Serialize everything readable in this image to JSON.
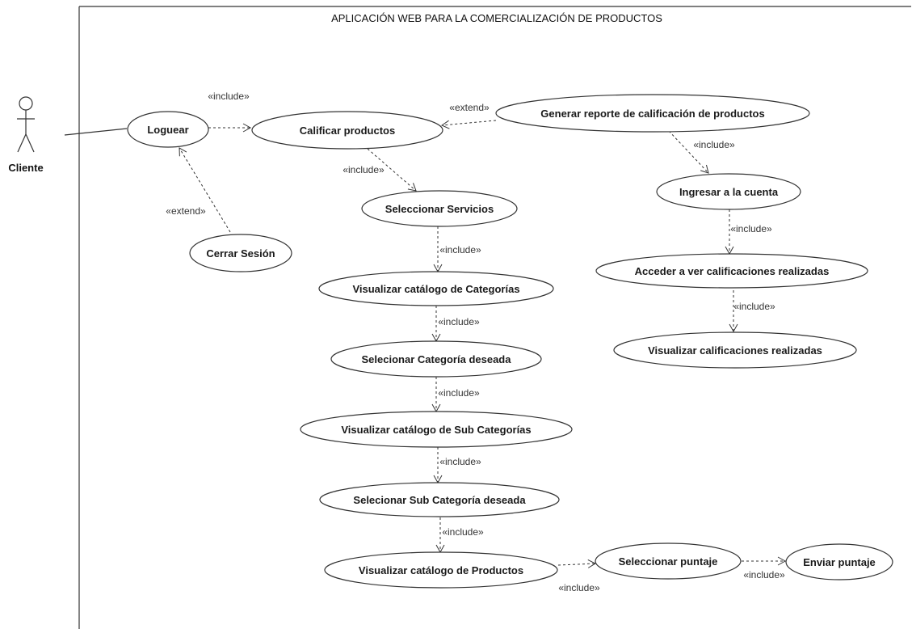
{
  "diagram": {
    "title": "APLICACIÓN WEB PARA LA COMERCIALIZACIÓN DE PRODUCTOS",
    "actor": {
      "name": "Cliente"
    },
    "use_cases": {
      "loguear": "Loguear",
      "calificar": "Calificar productos",
      "generar_reporte": "Generar reporte de calificación de productos",
      "cerrar_sesion": "Cerrar Sesión",
      "seleccionar_servicios": "Seleccionar Servicios",
      "visualizar_categorias": "Visualizar catálogo de Categorías",
      "selecionar_categoria": "Selecionar Categoría deseada",
      "visualizar_subcategorias": "Visualizar catálogo de  Sub Categorías",
      "selecionar_subcategoria": "Selecionar Sub Categoría deseada",
      "visualizar_productos": "Visualizar catálogo de Productos",
      "seleccionar_puntaje": "Seleccionar puntaje",
      "enviar_puntaje": "Enviar puntaje",
      "ingresar_cuenta": "Ingresar a la cuenta",
      "acceder_calificaciones": "Acceder a ver calificaciones realizadas",
      "visualizar_calificaciones": "Visualizar calificaciones realizadas"
    },
    "relations": {
      "include_loguear_calificar": "«include»",
      "extend_reporte_calificar": "«extend»",
      "extend_cerrar_loguear": "«extend»",
      "include_calificar_servicios": "«include»",
      "include_servicios_categorias": "«include»",
      "include_categorias_selcat": "«include»",
      "include_selcat_subcat": "«include»",
      "include_subcat_selsub": "«include»",
      "include_selsub_productos": "«include»",
      "include_productos_puntaje": "«include»",
      "include_puntaje_enviar": "«include»",
      "include_reporte_ingresar": "«include»",
      "include_ingresar_acceder": "«include»",
      "include_acceder_visualizar": "«include»"
    }
  }
}
